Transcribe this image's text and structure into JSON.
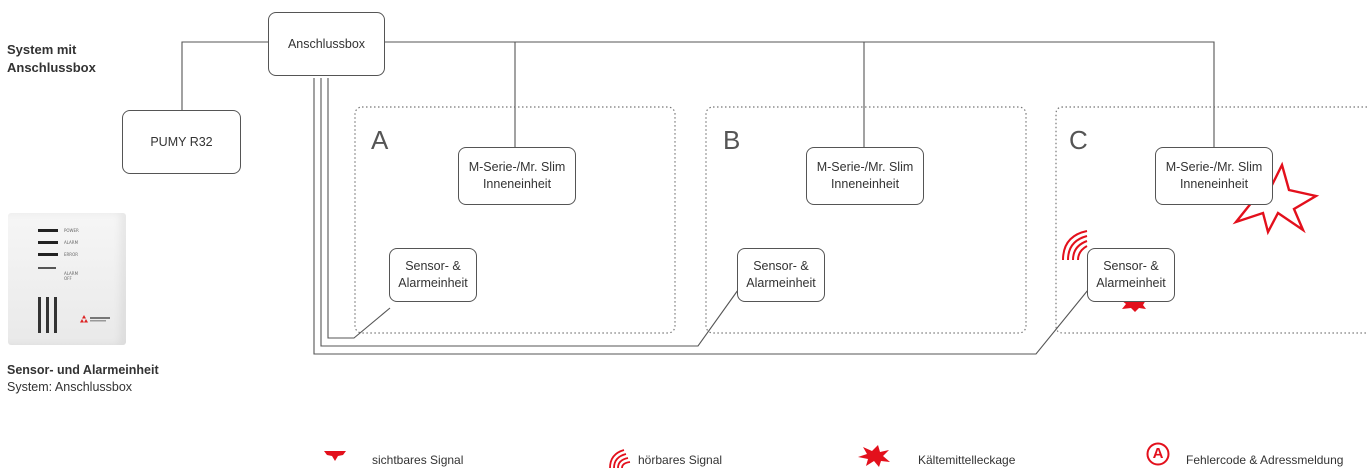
{
  "heading": {
    "line1": "System mit",
    "line2": "Anschlussbox"
  },
  "device_caption": {
    "title": "Sensor- und Alarmeinheit",
    "subtitle": "System: Anschlussbox"
  },
  "device_labels": {
    "power": "POWER",
    "alarm": "ALARM",
    "error": "ERROR",
    "alarm_off": "ALARM OFF"
  },
  "boxes": {
    "anschlussbox": "Anschlussbox",
    "pumy": "PUMY R32",
    "indoor_line1": "M-Serie-/Mr. Slim",
    "indoor_line2": "Inneneinheit",
    "sensor_line1": "Sensor- &",
    "sensor_line2": "Alarmeinheit"
  },
  "zones": [
    "A",
    "B",
    "C"
  ],
  "legend": {
    "visible_signal": "sichtbares Signal",
    "audible_signal": "hörbares Signal",
    "refrigerant_leak": "Kältemittelleckage",
    "error_code": "Fehlercode & Adressmeldung",
    "error_code_letter": "A"
  },
  "colors": {
    "alert_red": "#e3101c",
    "line": "#555555",
    "zone_border": "#777777"
  },
  "icons": [
    "visible-signal-icon",
    "audible-signal-icon",
    "leak-star-icon",
    "error-code-circle-icon"
  ]
}
